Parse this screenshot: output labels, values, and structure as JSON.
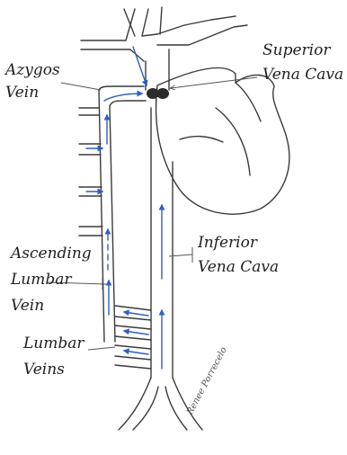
{
  "labels": {
    "superior_vena_cava": [
      "Superior",
      "Vena Cava"
    ],
    "azygos_vein": [
      "Azygos",
      "Vein"
    ],
    "ascending_lumbar_vein": [
      "Ascending",
      "Lumbar",
      "Vein"
    ],
    "inferior_vena_cava": [
      "Inferior",
      "Vena Cava"
    ],
    "lumbar_veins": [
      "Lumbar",
      "Veins"
    ]
  },
  "signature": "Renee Porrecelo",
  "colors": {
    "outline": "#3a3a3a",
    "flow_arrows": "#2f5fc4",
    "svc_junction": "#2b2b2b"
  }
}
